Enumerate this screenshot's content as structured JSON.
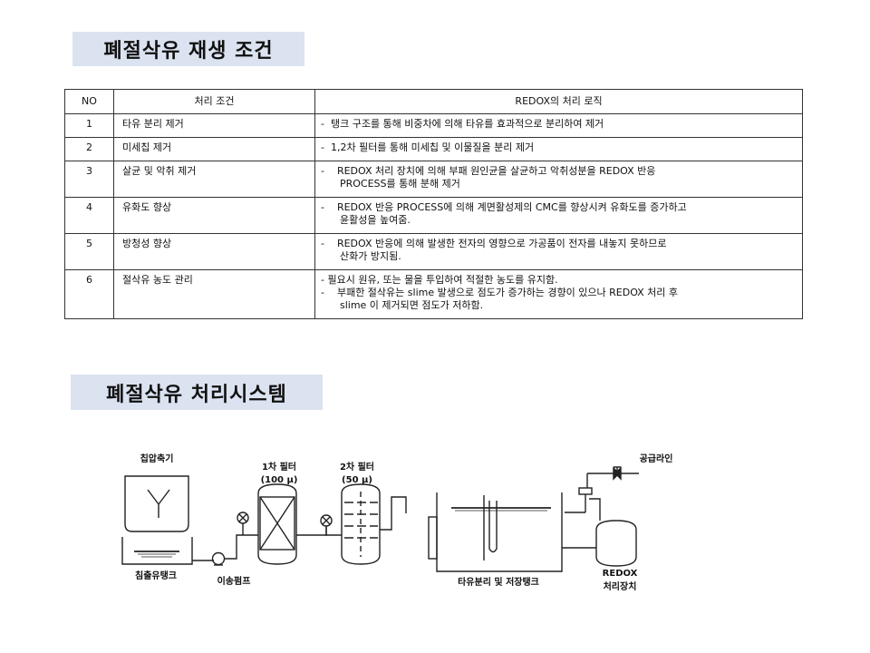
{
  "section1": {
    "title": "폐절삭유 재생 조건"
  },
  "table": {
    "headers": [
      "NO",
      "처리 조건",
      "REDOX의 처리 로직"
    ],
    "rows": [
      {
        "no": "1",
        "condition": "타유 분리 제거",
        "logic": [
          "-  탱크 구조를 통해 비중차에 의해 타유를 효과적으로 분리하여 제거"
        ]
      },
      {
        "no": "2",
        "condition": "미세칩 제거",
        "logic": [
          "-  1,2차 필터를 통해 미세칩 및 이물질을 분리 제거"
        ]
      },
      {
        "no": "3",
        "condition": "살균 및 악취 제거",
        "logic": [
          "-    REDOX 처리 장치에 의해 부패 원인균을 살균하고 악취성분을 REDOX 반응",
          "      PROCESS를 통해 분해 제거"
        ]
      },
      {
        "no": "4",
        "condition": "유화도 향상",
        "logic": [
          "-    REDOX 반응 PROCESS에 의해 계면활성제의 CMC를 향상시켜 유화도를 증가하고",
          "      윤활성을 높여줌."
        ]
      },
      {
        "no": "5",
        "condition": "방청성 향상",
        "logic": [
          "-    REDOX 반응에 의해 발생한 전자의 영향으로 가공품이 전자를 내놓지 못하므로",
          "      산화가 방지됨."
        ]
      },
      {
        "no": "6",
        "condition": "절삭유 농도 관리",
        "logic": [
          "- 필요시 원유, 또는 물을 투입하여 적절한 농도를 유지함.",
          "-    부패한 절삭유는 slime 발생으로 점도가 증가하는 경향이 있으나 REDOX 처리 후",
          "      slime 이 제거되면 점도가 저하함."
        ]
      }
    ]
  },
  "section2": {
    "title": "폐절삭유 처리시스템"
  },
  "diagram": {
    "chip_compressor": "칩압축기",
    "settling_tank": "침출유탱크",
    "transfer_pump": "이송펌프",
    "filter1_name": "1차 필터",
    "filter1_spec": "(100 μ)",
    "filter2_name": "2차 필터",
    "filter2_spec": "(50 μ)",
    "supply_line": "공급라인",
    "storage_tank": "타유분리 및 저장탱크",
    "redox_line1": "REDOX",
    "redox_line2": "처리장치"
  }
}
